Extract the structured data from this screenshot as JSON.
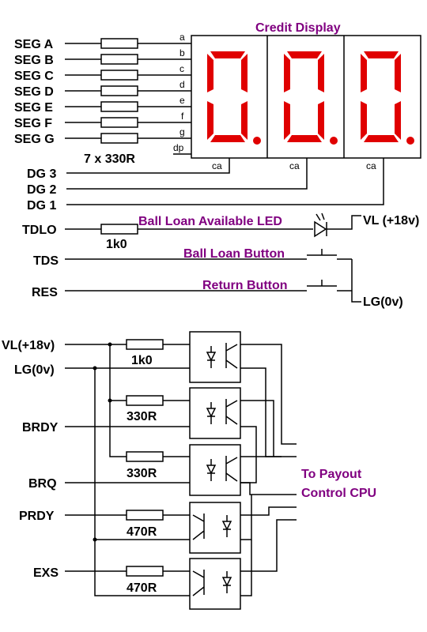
{
  "colors": {
    "accent": "#800080",
    "segment": "#e00000",
    "line": "#000000"
  },
  "display": {
    "title": "Credit Display",
    "segment_pins": [
      "a",
      "b",
      "c",
      "d",
      "e",
      "f",
      "g",
      "dp"
    ],
    "common_label": "ca"
  },
  "segments": {
    "inputs": [
      "SEG A",
      "SEG B",
      "SEG C",
      "SEG D",
      "SEG E",
      "SEG F",
      "SEG G"
    ],
    "resistor_note": "7 x 330R"
  },
  "digits": [
    "DG 3",
    "DG 2",
    "DG 1"
  ],
  "lamp_section": {
    "tdlo": "TDLO",
    "tdlo_resistor": "1k0",
    "led_label": "Ball Loan Available LED",
    "vl": "VL (+18v)",
    "tds": "TDS",
    "button1": "Ball Loan Button",
    "res": "RES",
    "button2": "Return Button",
    "lg": "LG(0v)"
  },
  "opto_section": {
    "vl": "VL(+18v)",
    "lg": "LG(0v)",
    "brdy": "BRDY",
    "brq": "BRQ",
    "prdy": "PRDY",
    "exs": "EXS",
    "resistors": [
      "1k0",
      "330R",
      "330R",
      "470R",
      "470R"
    ],
    "dest_line1": "To Payout",
    "dest_line2": "Control CPU"
  }
}
